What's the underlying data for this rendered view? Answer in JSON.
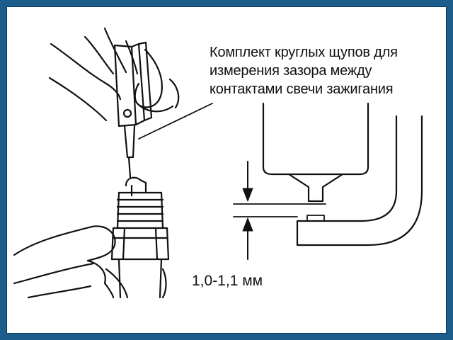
{
  "caption": {
    "line1": "Комплект круглых щупов для",
    "line2": "измерения зазора между",
    "line3": "контактами свечи зажигания"
  },
  "gap_label": "1,0-1,1 мм",
  "colors": {
    "frame": "#1c5d8c",
    "ink": "#111111",
    "paper": "#ffffff"
  }
}
